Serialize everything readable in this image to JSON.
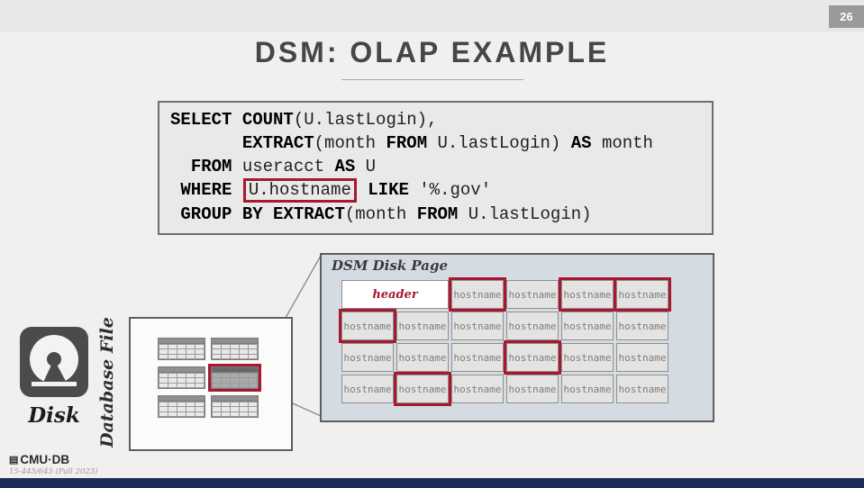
{
  "slide": {
    "number": "26",
    "title": "DSM: OLAP EXAMPLE",
    "footer_logo": "CMU·DB",
    "footer_sub": "15-445/645 (Fall 2023)"
  },
  "colors": {
    "accent_red": "#A6192E",
    "footer_bar": "#1D2C5A",
    "panel_bg": "#D5DBE3"
  },
  "sql": {
    "lines": [
      [
        {
          "t": "SELECT",
          "b": true
        },
        {
          "t": " "
        },
        {
          "t": "COUNT",
          "b": true
        },
        {
          "t": "(U.lastLogin),"
        }
      ],
      [
        {
          "t": "       "
        },
        {
          "t": "EXTRACT",
          "b": true
        },
        {
          "t": "(month "
        },
        {
          "t": "FROM",
          "b": true
        },
        {
          "t": " U.lastLogin) "
        },
        {
          "t": "AS",
          "b": true
        },
        {
          "t": " month"
        }
      ],
      [
        {
          "t": "  "
        },
        {
          "t": "FROM",
          "b": true
        },
        {
          "t": " useracct "
        },
        {
          "t": "AS",
          "b": true
        },
        {
          "t": " U"
        }
      ],
      [
        {
          "t": " "
        },
        {
          "t": "WHERE",
          "b": true
        },
        {
          "t": " "
        },
        {
          "t": "U.hostname",
          "boxed": true
        },
        {
          "t": " "
        },
        {
          "t": "LIKE",
          "b": true
        },
        {
          "t": " '%.gov'"
        }
      ],
      [
        {
          "t": " "
        },
        {
          "t": "GROUP BY",
          "b": true
        },
        {
          "t": " "
        },
        {
          "t": "EXTRACT",
          "b": true
        },
        {
          "t": "(month "
        },
        {
          "t": "FROM",
          "b": true
        },
        {
          "t": " U.lastLogin)"
        }
      ]
    ]
  },
  "dsm_page": {
    "title": "DSM Disk Page",
    "rows": [
      [
        {
          "v": "header",
          "type": "header",
          "span": 2
        },
        {
          "v": "hostname",
          "hl": true
        },
        {
          "v": "hostname"
        },
        {
          "v": "hostname",
          "hl": true
        },
        {
          "v": "hostname",
          "hl": true
        }
      ],
      [
        {
          "v": "hostname",
          "hl": true
        },
        {
          "v": "hostname"
        },
        {
          "v": "hostname"
        },
        {
          "v": "hostname"
        },
        {
          "v": "hostname"
        },
        {
          "v": "hostname"
        }
      ],
      [
        {
          "v": "hostname"
        },
        {
          "v": "hostname"
        },
        {
          "v": "hostname"
        },
        {
          "v": "hostname",
          "hl": true
        },
        {
          "v": "hostname"
        },
        {
          "v": "hostname"
        }
      ],
      [
        {
          "v": "hostname"
        },
        {
          "v": "hostname",
          "hl": true
        },
        {
          "v": "hostname"
        },
        {
          "v": "hostname"
        },
        {
          "v": "hostname"
        },
        {
          "v": "hostname"
        }
      ]
    ]
  },
  "database_file": {
    "label": "Database File",
    "pages": [
      {
        "highlighted": false
      },
      {
        "highlighted": false
      },
      {
        "highlighted": false
      },
      {
        "highlighted": true
      },
      {
        "highlighted": false
      },
      {
        "highlighted": false
      }
    ]
  },
  "disk": {
    "label": "Disk"
  }
}
